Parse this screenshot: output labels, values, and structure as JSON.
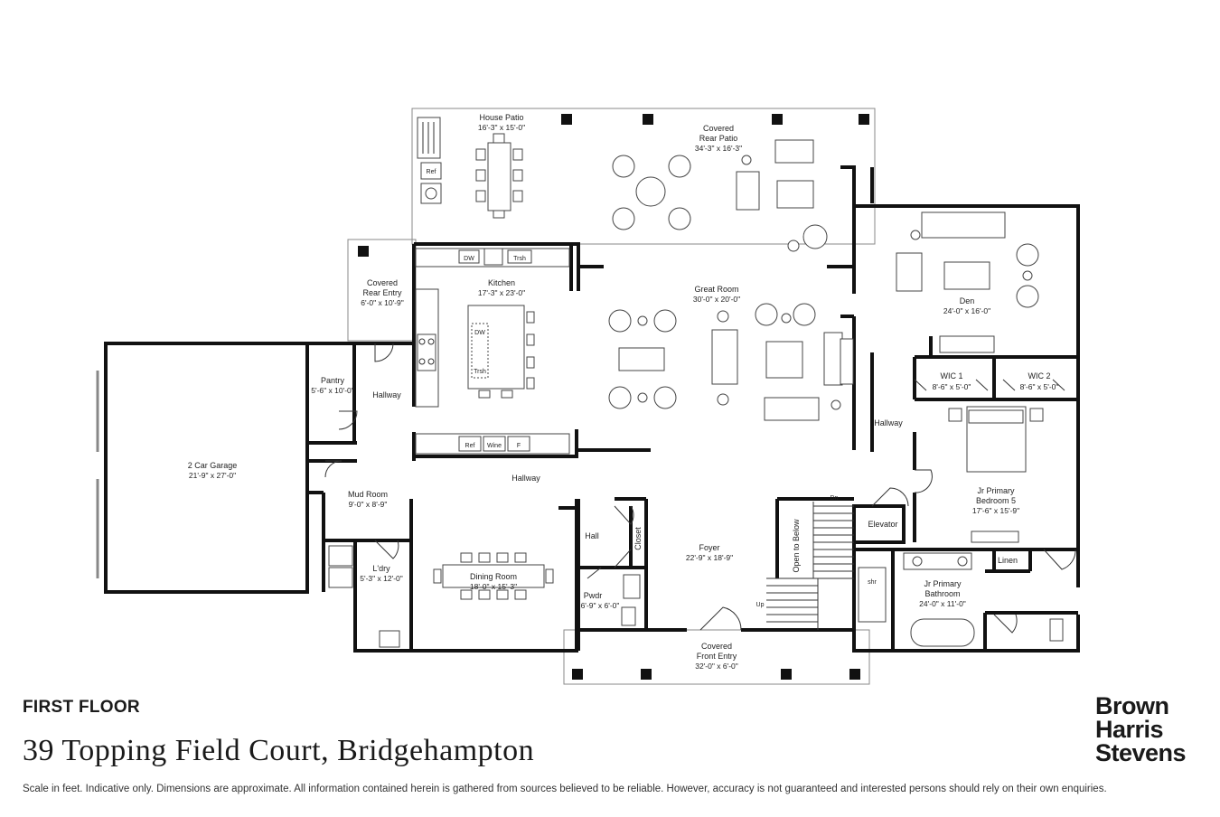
{
  "floor_title": "FIRST FLOOR",
  "address": "39 Topping Field Court, Bridgehampton",
  "disclaimer": "Scale in feet. Indicative only. Dimensions are approximate. All information contained herein is gathered from sources believed to be reliable. However, accuracy is not guaranteed and interested persons should rely on their own enquiries.",
  "brand": {
    "line1": "Brown",
    "line2": "Harris",
    "line3": "Stevens"
  },
  "rooms": {
    "house_patio": {
      "name": "House Patio",
      "dim": "16'-3\" x 15'-0\""
    },
    "covered_rear_patio": {
      "name1": "Covered",
      "name2": "Rear Patio",
      "dim": "34'-3\" x 16'-3\""
    },
    "covered_rear_entry": {
      "name1": "Covered",
      "name2": "Rear Entry",
      "dim": "6'-0\" x 10'-9\""
    },
    "kitchen": {
      "name": "Kitchen",
      "dim": "17'-3\" x 23'-0\""
    },
    "great_room": {
      "name": "Great Room",
      "dim": "30'-0\" x 20'-0\""
    },
    "den": {
      "name": "Den",
      "dim": "24'-0\" x 16'-0\""
    },
    "pantry": {
      "name": "Pantry",
      "dim": "5'-6\" x 10'-0\""
    },
    "hallway_left": {
      "name": "Hallway"
    },
    "hallway_center": {
      "name": "Hallway"
    },
    "hallway_right": {
      "name": "Hallway"
    },
    "garage": {
      "name": "2 Car Garage",
      "dim": "21'-9\" x 27'-0\""
    },
    "mud_room": {
      "name": "Mud Room",
      "dim": "9'-0\" x 8'-9\""
    },
    "laundry": {
      "name": "L'dry",
      "dim": "5'-3\" x 12'-0\""
    },
    "dining": {
      "name": "Dining Room",
      "dim": "18'-0\" x 15'-3\""
    },
    "hall": {
      "name": "Hall"
    },
    "closet": {
      "name": "Closet"
    },
    "powder": {
      "name": "Pwdr",
      "dim": "6'-9\" x 6'-0\""
    },
    "foyer": {
      "name": "Foyer",
      "dim": "22'-9\" x 18'-9\""
    },
    "open_below": {
      "name": "Open to Below"
    },
    "elevator": {
      "name": "Elevator"
    },
    "wic1": {
      "name": "WIC 1",
      "dim": "8'-6\" x 5'-0\""
    },
    "wic2": {
      "name": "WIC 2",
      "dim": "8'-6\" x 5'-0\""
    },
    "jr_bedroom": {
      "name1": "Jr Primary",
      "name2": "Bedroom 5",
      "dim": "17'-6\" x 15'-9\""
    },
    "jr_bath": {
      "name1": "Jr Primary",
      "name2": "Bathroom",
      "dim": "24'-0\" x 11'-0\""
    },
    "linen": {
      "name": "Linen"
    },
    "front_entry": {
      "name1": "Covered",
      "name2": "Front Entry",
      "dim": "32'-0\" x 6'-0\""
    }
  },
  "fixtures": {
    "ref_patio": "Ref",
    "dw_counter": "DW",
    "trsh_counter": "Trsh",
    "dw_island": "DW",
    "trsh_island": "Trsh",
    "ref_wall": "Ref",
    "wine_wall": "Wine",
    "f_wall": "F",
    "stair_dn": "Dn",
    "stair_up": "Up",
    "shower": "shr"
  }
}
